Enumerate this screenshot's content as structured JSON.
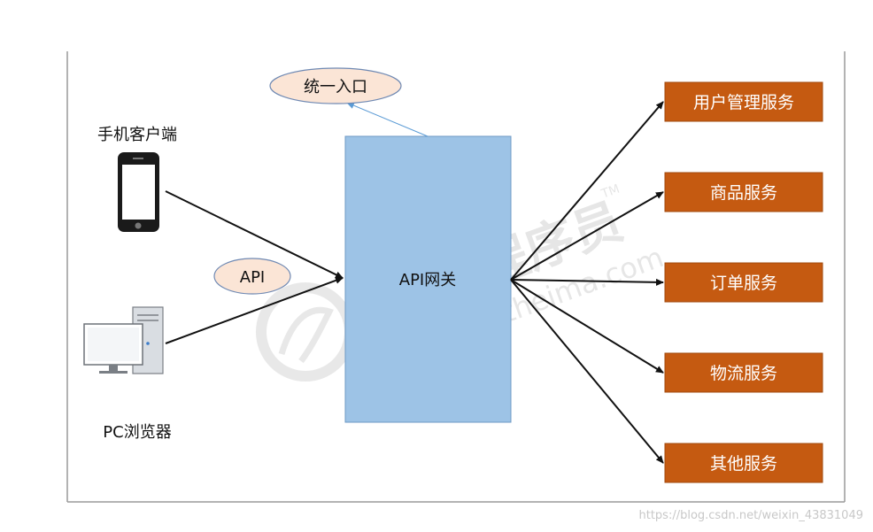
{
  "clients": {
    "mobile_label": "手机客户端",
    "pc_label": "PC浏览器"
  },
  "gateway": {
    "label": "API网关",
    "api_badge": "API",
    "entry_badge": "统一入口"
  },
  "services": [
    {
      "label": "用户管理服务"
    },
    {
      "label": "商品服务"
    },
    {
      "label": "订单服务"
    },
    {
      "label": "物流服务"
    },
    {
      "label": "其他服务"
    }
  ],
  "watermark": {
    "brand": "黑马程序员",
    "trademark": "TM",
    "url": "www.itheima.com"
  },
  "footer": {
    "source_url": "https://blog.csdn.net/weixin_43831049"
  },
  "colors": {
    "gateway_fill": "#9dc3e6",
    "gateway_stroke": "#6d98c4",
    "service_fill": "#c55a11",
    "service_stroke": "#a14a0e",
    "badge_fill": "#fbe5d6",
    "badge_stroke": "#6f89b3",
    "arrow": "#111111",
    "entry_arrow": "#5b9bd5"
  }
}
